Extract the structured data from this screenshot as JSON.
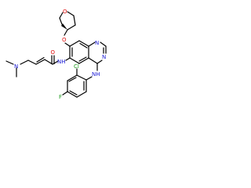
{
  "structure": {
    "atoms": {
      "n_dimethyl": "N",
      "methyl_upper": "",
      "methyl_lower": "",
      "carbonyl_o": "O",
      "amide_nh": "NH",
      "ether_o": "O",
      "thf_o": "O",
      "quin_n_upper": "N",
      "quin_n_lower": "N",
      "aniline_nh": "NH",
      "chloro": "Cl",
      "fluoro": "F"
    },
    "colors": {
      "bond": "#000000",
      "nitrogen": "#1a1ad6",
      "oxygen": "#e01010",
      "chlorine": "#1a9a1a",
      "fluorine": "#1a9a1a"
    }
  }
}
